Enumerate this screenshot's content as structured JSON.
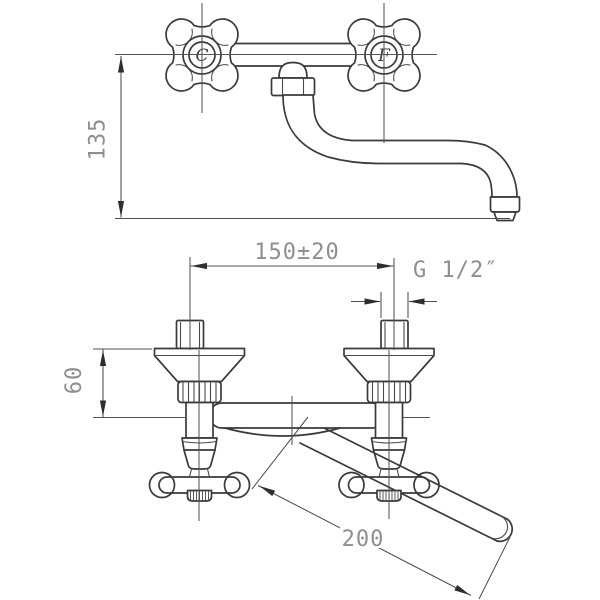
{
  "drawing": {
    "title": "wall-mounted-mixer-faucet-technical-drawing",
    "labels": {
      "height": "135",
      "spacing": "150±20",
      "thread": "G 1/2″",
      "depth": "60",
      "spout_length": "200",
      "cold_handle": "C",
      "hot_handle": "F"
    },
    "colors": {
      "line": "#3a3a3a",
      "dim_text": "#8e8e8e",
      "background": "#ffffff"
    }
  }
}
